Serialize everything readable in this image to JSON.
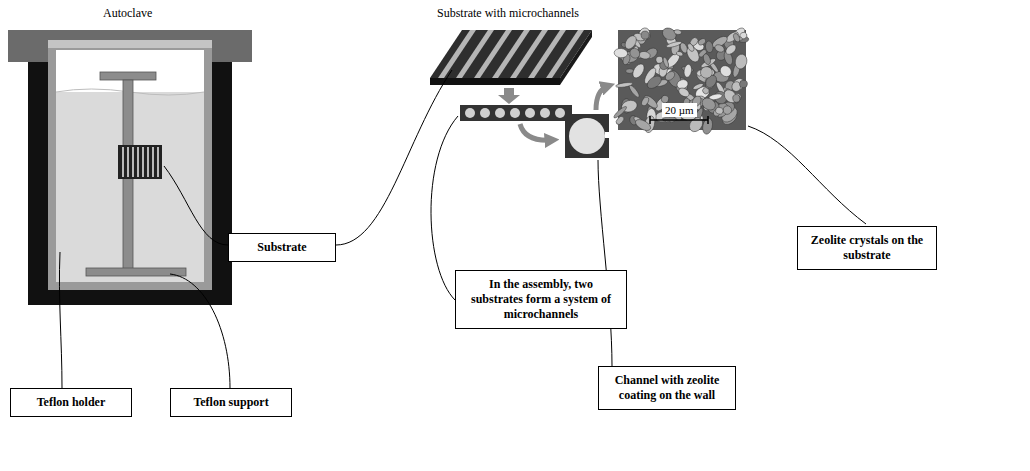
{
  "diagram": {
    "nodes": [
      {
        "text": [
          "Substrate"
        ]
      },
      {
        "text": [
          "Teflon holder"
        ]
      },
      {
        "text": [
          "Teflon support"
        ]
      },
      {
        "text": [
          "In the assembly, two substrates form a system of microchannels"
        ]
      },
      {
        "text": [
          "Channel with zeolite coating on the wall"
        ]
      },
      {
        "text": [
          "Zeolite crystals on the substrate"
        ]
      }
    ],
    "labels": [
      "Autoclave",
      "Substrate with microchannels",
      "20 µm"
    ]
  }
}
